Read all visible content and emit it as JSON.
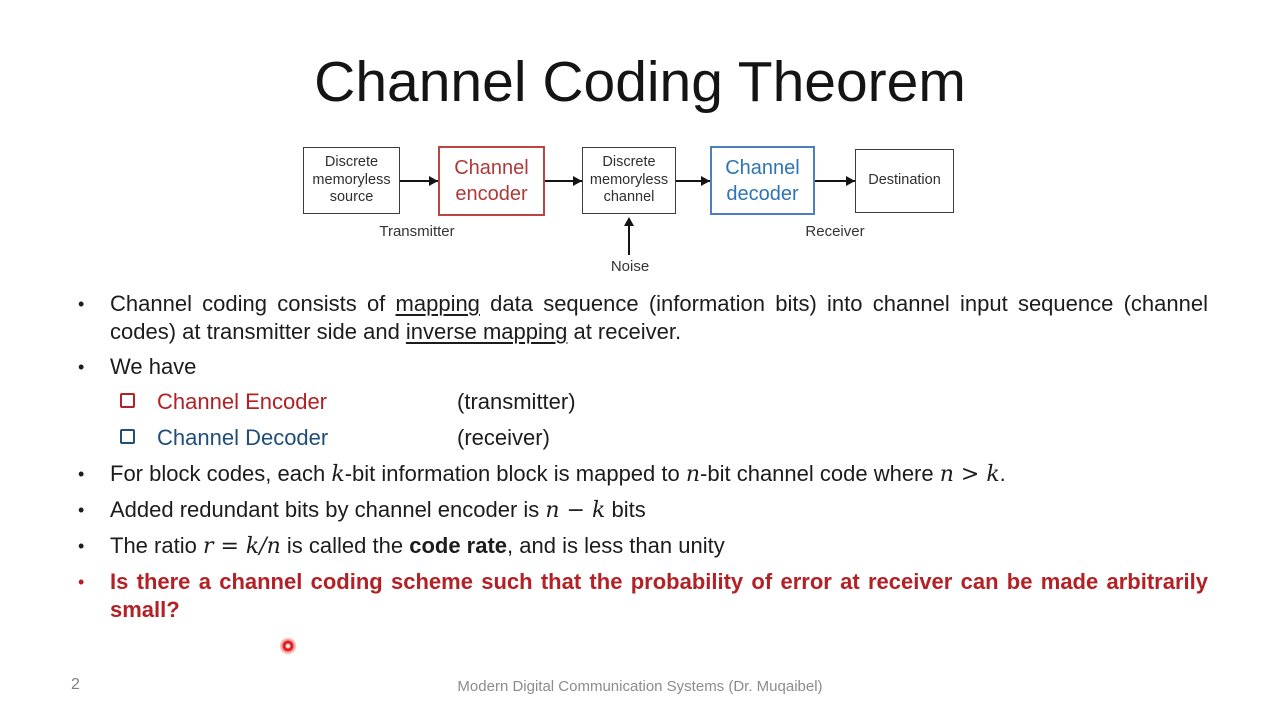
{
  "slide": {
    "title": "Channel Coding Theorem",
    "page_number": "2",
    "footer_text": "Modern Digital Communication Systems (Dr. Muqaibel)"
  },
  "colors": {
    "accent_red": "#b32025",
    "accent_navy": "#1f4e79",
    "encoder_text": "#ae3a38",
    "encoder_border": "#bc4540",
    "decoder_text": "#2e74b5",
    "decoder_border": "#4b80ba",
    "footer_gray": "#8c8c8c"
  },
  "markers": {
    "dot": "•"
  },
  "diagram": {
    "boxes": [
      {
        "label": "Discrete memoryless source"
      },
      {
        "label": "Channel encoder"
      },
      {
        "label": "Discrete memoryless channel"
      },
      {
        "label": "Channel decoder"
      },
      {
        "label": "Destination"
      }
    ],
    "labels": {
      "transmitter": "Transmitter",
      "receiver": "Receiver",
      "noise": "Noise"
    }
  },
  "bullets": [
    {
      "kind": "bullet",
      "justify": true,
      "segments": [
        {
          "t": "Channel coding consists of "
        },
        {
          "t": "mapping",
          "u": true
        },
        {
          "t": " data sequence (information bits) into channel input sequence (channel codes) at transmitter side and "
        },
        {
          "t": "inverse mapping",
          "u": true
        },
        {
          "t": " at receiver."
        }
      ]
    },
    {
      "kind": "bullet",
      "segments": [
        {
          "t": "We have"
        }
      ]
    },
    {
      "kind": "sub",
      "color": "#b32025",
      "label": "Channel Encoder",
      "paren": "(transmitter)"
    },
    {
      "kind": "sub",
      "color": "#1f4e79",
      "label": "Channel Decoder",
      "paren": "(receiver)"
    },
    {
      "kind": "bullet",
      "segments": [
        {
          "t": "For block codes, each "
        },
        {
          "t": "k",
          "m": true
        },
        {
          "t": "-bit information block is mapped to "
        },
        {
          "t": "n",
          "m": true
        },
        {
          "t": "-bit channel code where "
        },
        {
          "t": "n > k",
          "m": true
        },
        {
          "t": "."
        }
      ]
    },
    {
      "kind": "bullet",
      "segments": [
        {
          "t": "Added redundant bits by channel encoder is "
        },
        {
          "t": "n − k",
          "m": true
        },
        {
          "t": " bits"
        }
      ]
    },
    {
      "kind": "bullet",
      "segments": [
        {
          "t": "The ratio "
        },
        {
          "t": "r = k/n",
          "m": true
        },
        {
          "t": " is called the "
        },
        {
          "t": "code rate",
          "b": true
        },
        {
          "t": ", and is less than unity"
        }
      ]
    },
    {
      "kind": "bullet",
      "justify": true,
      "bold": true,
      "color": "#b32025",
      "segments": [
        {
          "t": "Is there a channel coding scheme such that the probability of error at receiver can be made arbitrarily small?"
        }
      ]
    }
  ]
}
